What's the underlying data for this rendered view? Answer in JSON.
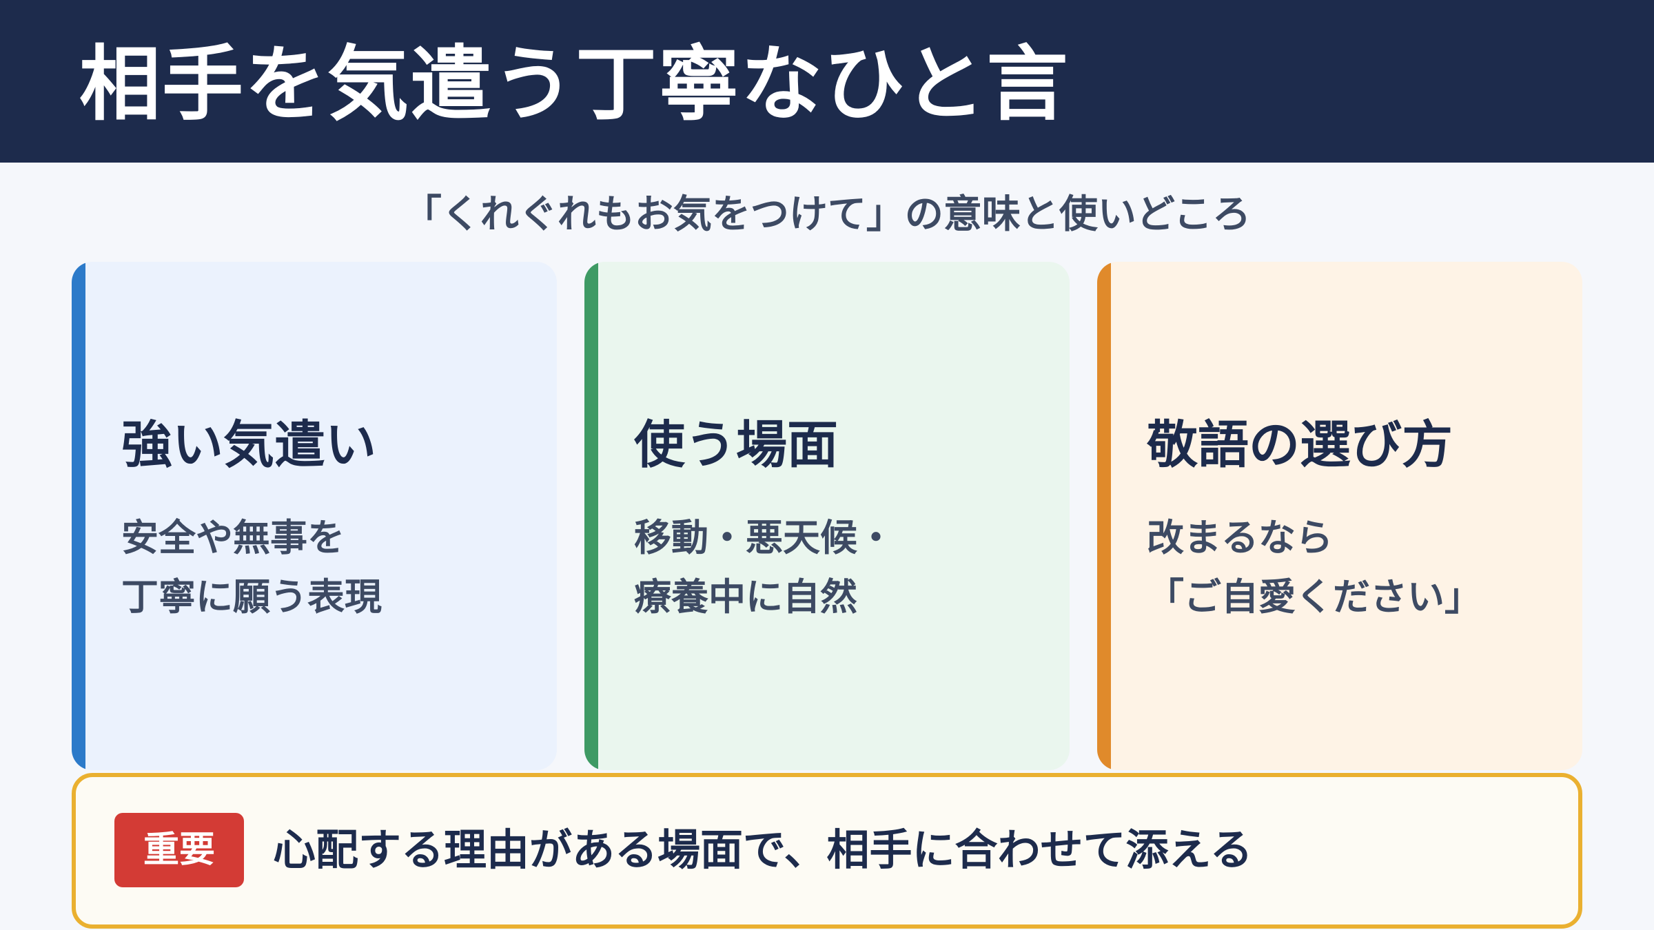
{
  "header": {
    "title": "相手を気遣う丁寧なひと言"
  },
  "subtitle": "「くれぐれもお気をつけて」の意味と使いどころ",
  "cards": [
    {
      "title": "強い気遣い",
      "lines": [
        "安全や無事を",
        "丁寧に願う表現"
      ],
      "accent_color": "#2c7ac9"
    },
    {
      "title": "使う場面",
      "lines": [
        "移動・悪天候・",
        "療養中に自然"
      ],
      "accent_color": "#3e9a64"
    },
    {
      "title": "敬語の選び方",
      "lines": [
        "改まるなら",
        "「ご自愛ください」"
      ],
      "accent_color": "#e08a2b"
    }
  ],
  "note": {
    "badge": "重要",
    "text": "心配する理由がある場面で、相手に合わせて添える",
    "border_color": "#eab030",
    "badge_color": "#d33b35"
  }
}
